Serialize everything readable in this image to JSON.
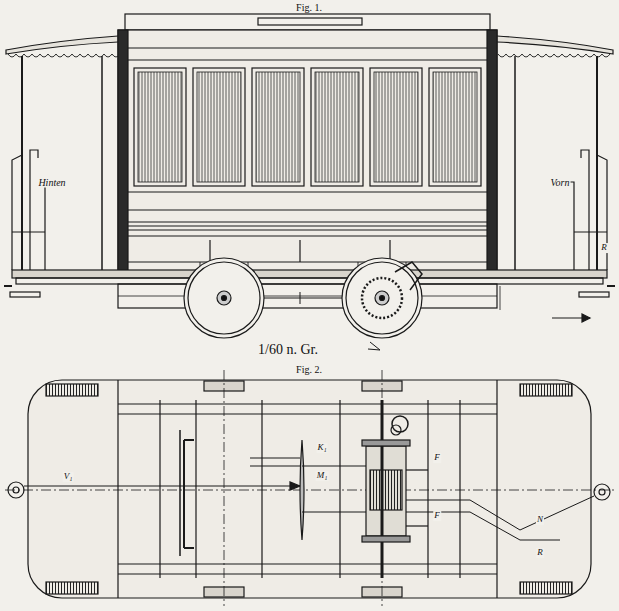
{
  "diagram": {
    "labels": [
      "Fig. 1.",
      "Hinten",
      "Vorn",
      "R",
      "1/60 n. Gr.",
      "Fig. 2.",
      "V₁",
      "K₁",
      "M₁",
      "F",
      "F",
      "N",
      "R"
    ]
  }
}
